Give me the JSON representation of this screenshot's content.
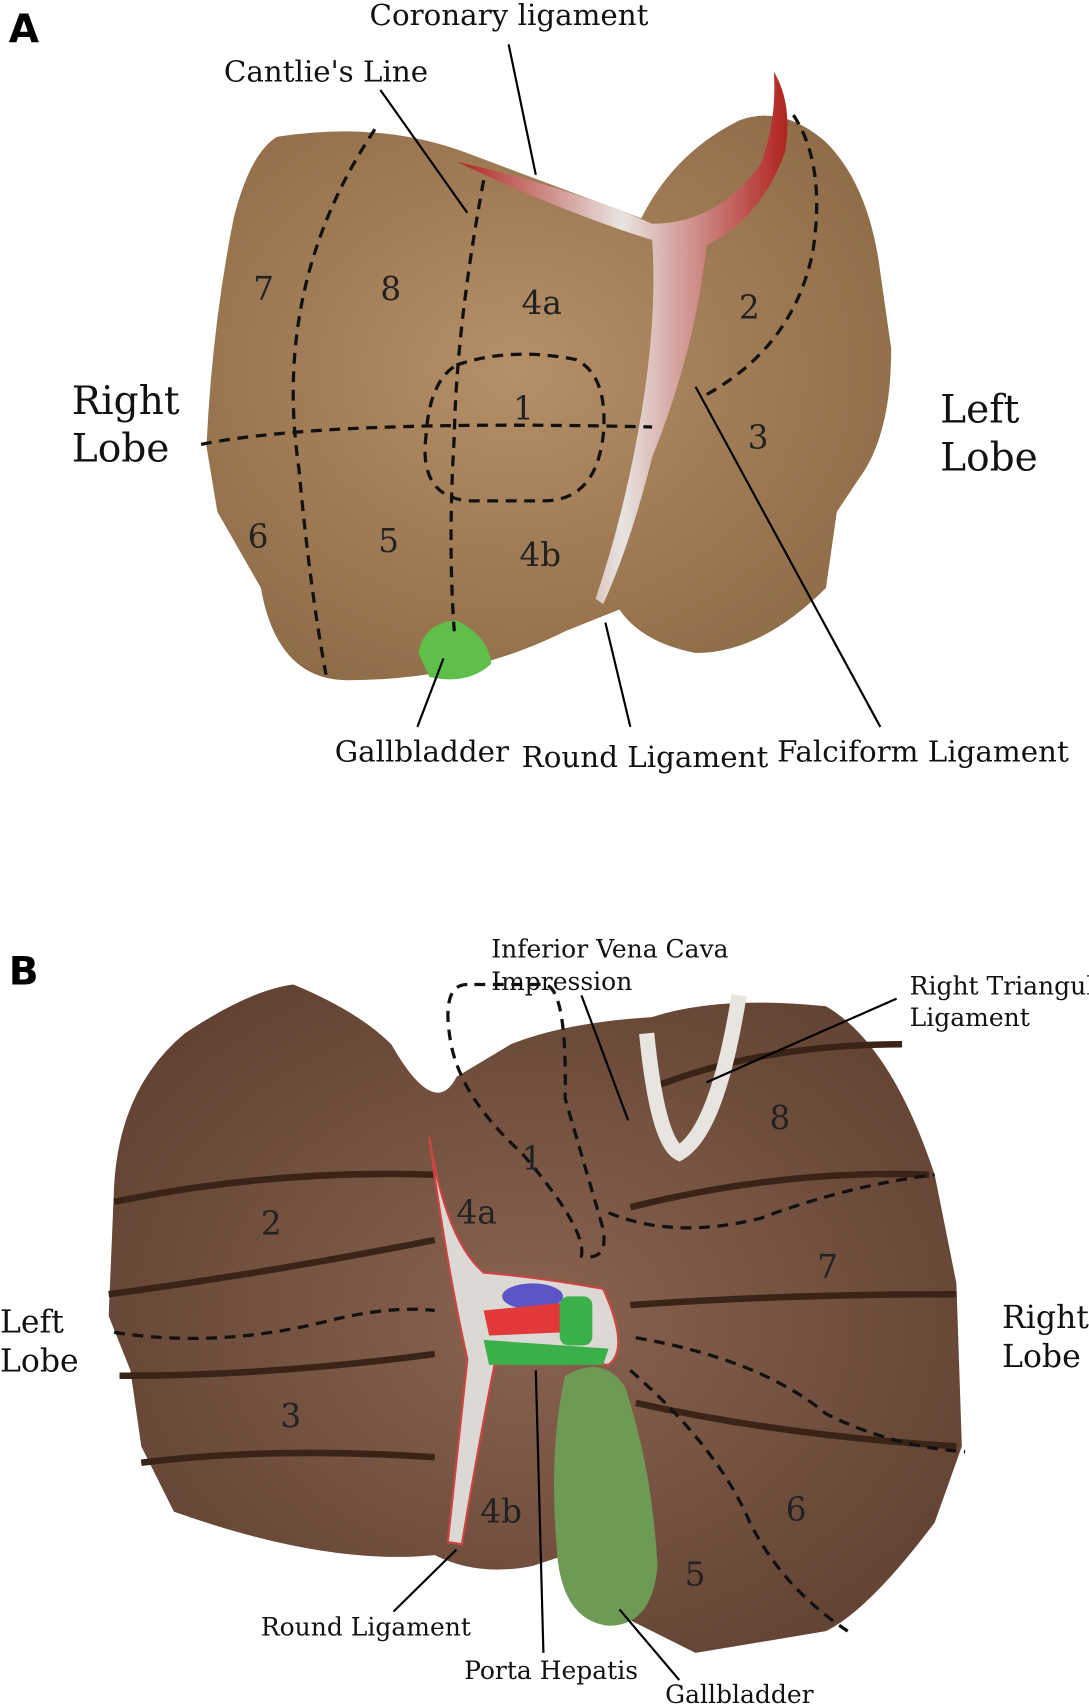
{
  "panel_a": {
    "letter": "A",
    "labels": {
      "coronary": "Coronary ligament",
      "cantlie": "Cantlie's Line",
      "right_lobe": [
        "Right",
        "Lobe"
      ],
      "left_lobe": [
        "Left",
        "Lobe"
      ],
      "gallbladder": "Gallbladder",
      "round": "Round Ligament",
      "falciform": "Falciform Ligament"
    },
    "segments": [
      "7",
      "8",
      "4a",
      "2",
      "1",
      "3",
      "6",
      "5",
      "4b"
    ]
  },
  "panel_b": {
    "letter": "B",
    "labels": {
      "ivc": [
        "Inferior Vena Cava",
        "Impression"
      ],
      "rtl": [
        "Right Triangular",
        "Ligament"
      ],
      "left_lobe": [
        "Left",
        "Lobe"
      ],
      "right_lobe": [
        "Right",
        "Lobe"
      ],
      "round": "Round Ligament",
      "porta": "Porta Hepatis",
      "gallbladder": "Gallbladder"
    },
    "segments": [
      "8",
      "1",
      "2",
      "4a",
      "7",
      "3",
      "6",
      "4b",
      "5"
    ]
  },
  "colors": {
    "liver_a": "#a5805a",
    "liver_b": "#6e4b3a",
    "gallbladder": "#5fbf4a",
    "ligament_red": "#b0231f"
  }
}
